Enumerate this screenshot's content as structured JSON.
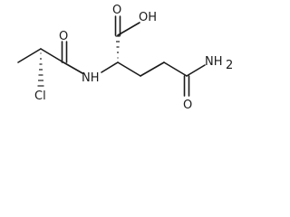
{
  "molecule": {
    "atoms": {
      "acid_oh": "OH",
      "acid_o": "O",
      "amide_o": "O",
      "amide_nh": "NH",
      "amine": "NH",
      "amine_sub": "2",
      "carbonyl_o": "O",
      "cl": "Cl"
    }
  }
}
